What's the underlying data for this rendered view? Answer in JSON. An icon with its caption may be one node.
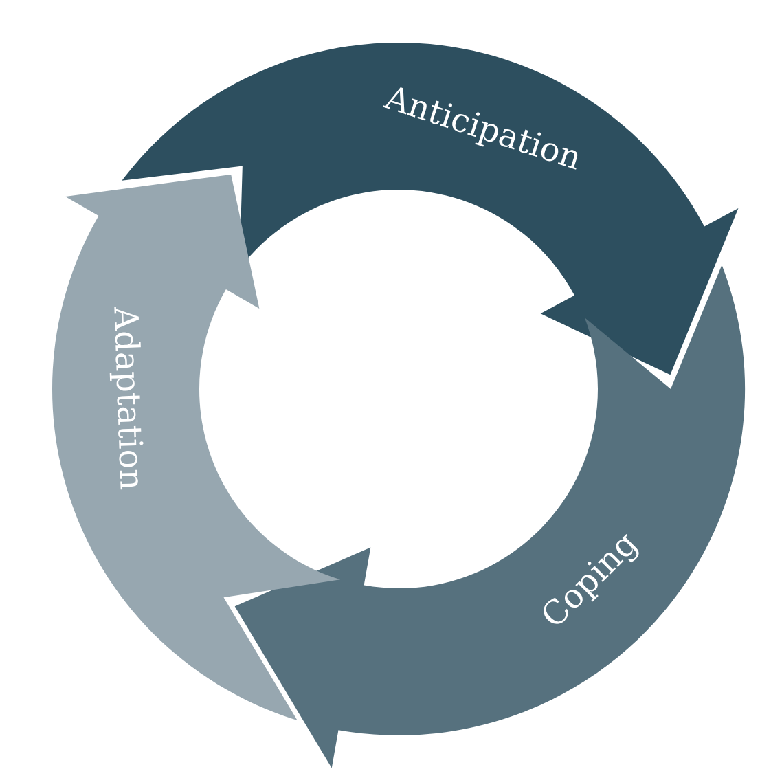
{
  "diagram": {
    "nodes": [
      {
        "text": [
          "Anticipation"
        ]
      },
      {
        "text": [
          "Coping"
        ]
      },
      {
        "text": [
          "Adaptation"
        ]
      }
    ]
  }
}
